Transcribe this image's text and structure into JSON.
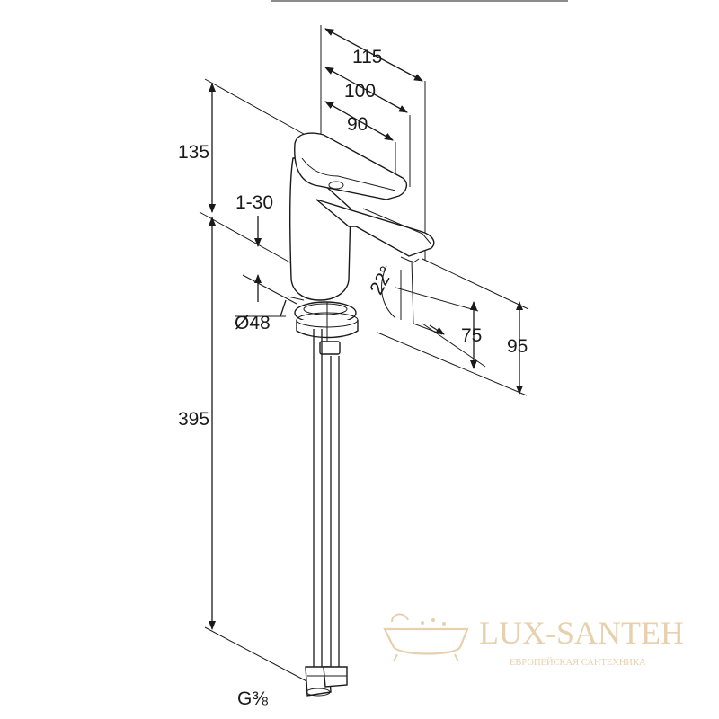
{
  "dimensions": {
    "d115": "115",
    "d100": "100",
    "d90": "90",
    "d135": "135",
    "d1_30": "1-30",
    "d22": "22°",
    "d48": "Ø48",
    "d75": "75",
    "d95": "95",
    "d395": "395",
    "thread": "G⅜"
  },
  "watermark": {
    "name": "LUX-SANTEH",
    "tagline": "ЕВРОПЕЙСКАЯ САНТЕХНИКА"
  },
  "colors": {
    "line": "#1a1a1a",
    "watermark": "#e3c8a0"
  }
}
